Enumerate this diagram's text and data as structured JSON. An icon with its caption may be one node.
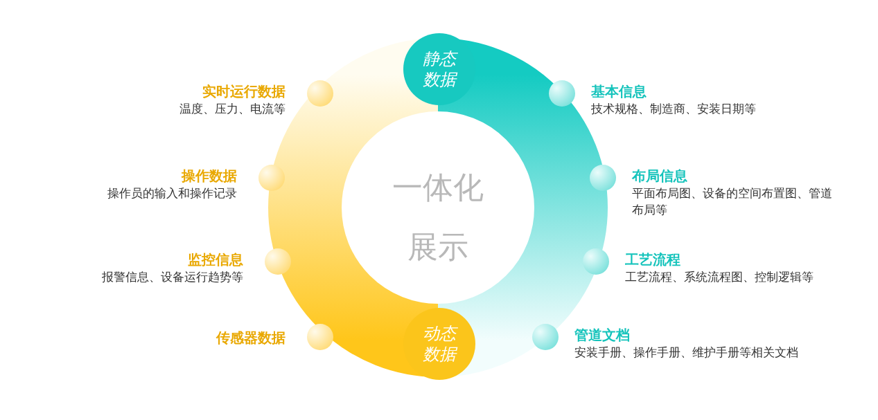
{
  "diagram": {
    "nodes": [
      {
        "text": [
          "一体化展示"
        ]
      },
      {
        "text": [
          "静态数据"
        ]
      },
      {
        "text": [
          "动态数据"
        ]
      },
      {
        "text": [],
        "shape": "circle",
        "beside": [
          "实时运行数据",
          "温度、压力、电流等"
        ]
      },
      {
        "text": [],
        "shape": "circle",
        "beside": [
          "操作数据",
          "操作员的输入和操作记录"
        ]
      },
      {
        "text": [],
        "shape": "circle",
        "beside": [
          "监控信息",
          "报警信息、设备运行趋势等"
        ]
      },
      {
        "text": [],
        "shape": "circle",
        "beside": [
          "传感器数据"
        ]
      },
      {
        "text": [],
        "shape": "circle",
        "beside": [
          "基本信息",
          "技术规格、制造商、安装日期等"
        ]
      },
      {
        "text": [],
        "shape": "circle",
        "beside": [
          "布局信息",
          "平面布局图、设备的空间布置图、管道布局等"
        ]
      },
      {
        "text": [],
        "shape": "circle",
        "beside": [
          "工艺流程",
          "工艺流程、系统流程图、控制逻辑等"
        ]
      },
      {
        "text": [],
        "shape": "circle",
        "beside": [
          "管道文档",
          "安装手册、操作手册、维护手册等相关文档"
        ]
      }
    ],
    "edges": []
  }
}
